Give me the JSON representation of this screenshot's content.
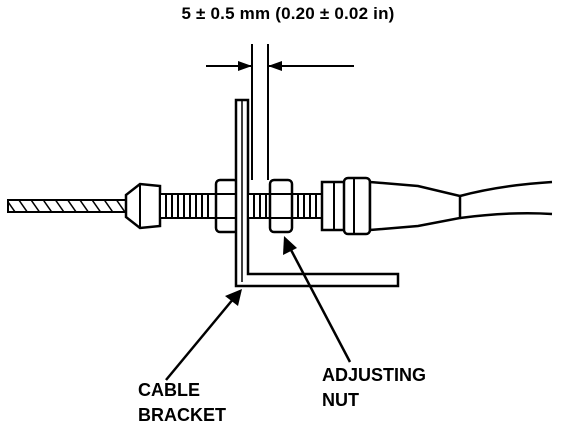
{
  "dimension": {
    "text": "5 ± 0.5 mm (0.20 ± 0.02 in)"
  },
  "labels": {
    "cable_line1": "CABLE",
    "cable_line2": "BRACKET",
    "nut_line1": "ADJUSTING",
    "nut_line2": "NUT"
  },
  "colors": {
    "ink": "#000000",
    "paper": "#ffffff"
  }
}
